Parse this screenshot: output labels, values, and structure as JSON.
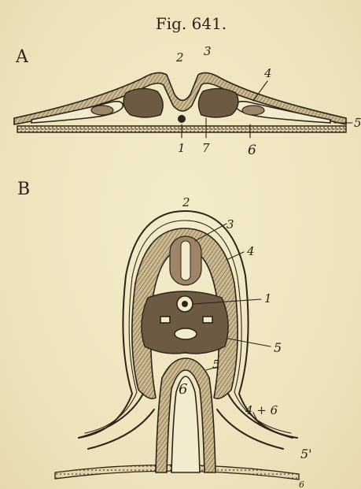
{
  "figure": {
    "caption": "Fig. 641."
  },
  "panels": {
    "a": {
      "letter": "A",
      "labels": {
        "l1": "1",
        "l2": "2",
        "l3": "3",
        "l4": "4",
        "l5": "5",
        "l6": "6",
        "l7": "7"
      }
    },
    "b": {
      "letter": "B",
      "labels": {
        "l1": "1",
        "l2": "2",
        "l3": "3",
        "l4": "4",
        "l5": "5",
        "l5b": "5",
        "l5prime": "5'",
        "l46": "4 + 6",
        "l6": "6",
        "l6bottom": "6"
      }
    }
  }
}
